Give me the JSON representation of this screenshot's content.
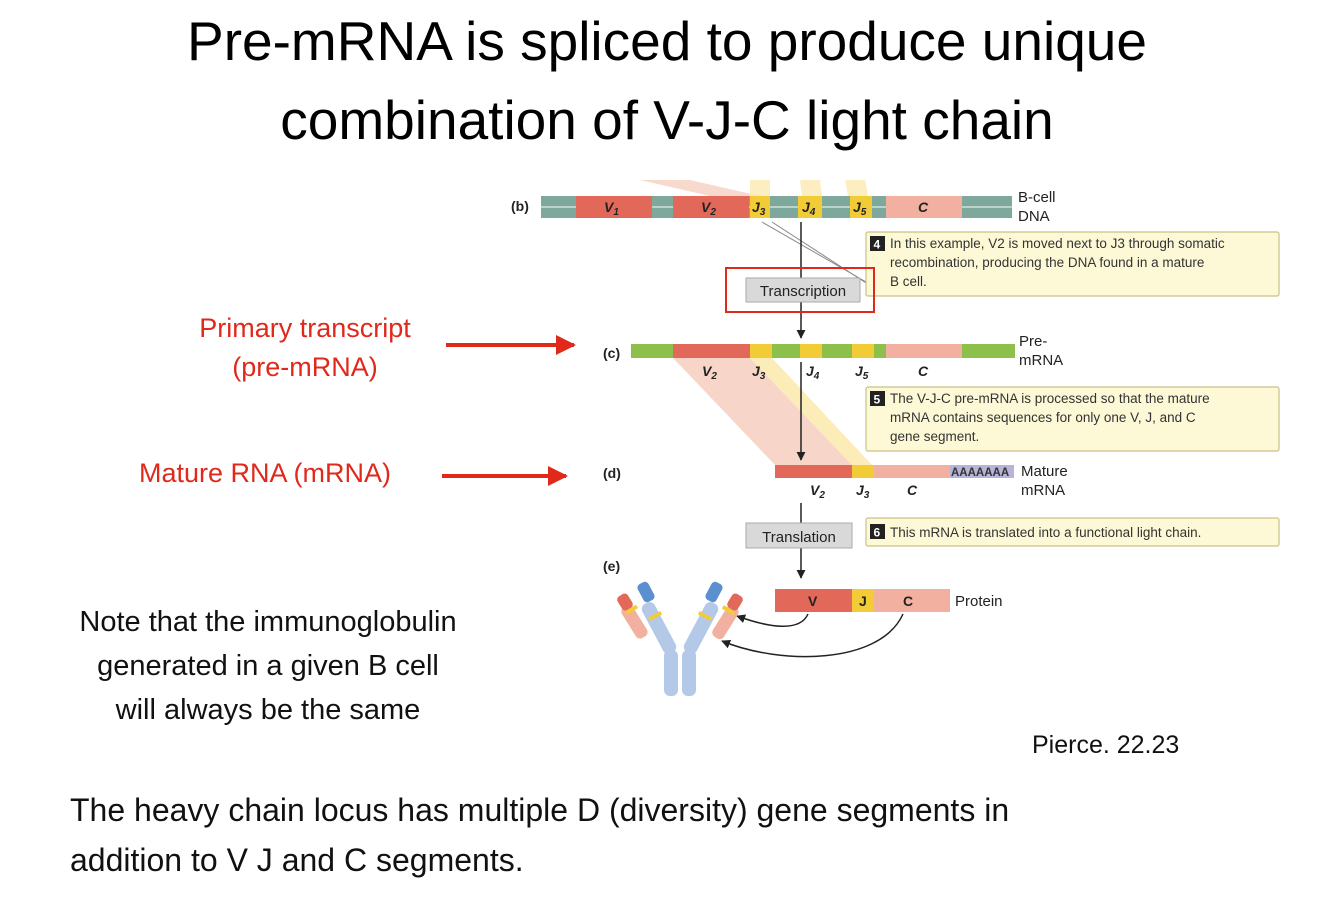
{
  "title": {
    "line1": "Pre-mRNA is spliced to produce unique",
    "line2": "combination of V-J-C light chain"
  },
  "annotations": {
    "primary_line1": "Primary transcript",
    "primary_line2": "(pre-mRNA)",
    "mature": "Mature RNA (mRNA)"
  },
  "note": {
    "line1": "Note that the immunoglobulin",
    "line2": "generated in a given B cell",
    "line3": "will always be the same"
  },
  "citation": "Pierce. 22.23",
  "bottom_text": {
    "line1": "The heavy chain locus has multiple D (diversity) gene segments in",
    "line2": "addition to V J and C segments."
  },
  "figure": {
    "panels": {
      "b": "(b)",
      "c": "(c)",
      "d": "(d)",
      "e": "(e)"
    },
    "dna": {
      "label_line1": "B-cell",
      "label_line2": "DNA",
      "segments": {
        "v1": "V",
        "v1_sub": "1",
        "v2": "V",
        "v2_sub": "2",
        "j3": "J",
        "j3_sub": "3",
        "j4": "J",
        "j4_sub": "4",
        "j5": "J",
        "j5_sub": "5",
        "c": "C"
      }
    },
    "step4": {
      "number": "4",
      "line1": "In this example, V2 is moved next to J3 through somatic",
      "line2": "recombination, producing the DNA found in a mature",
      "line3": "B cell."
    },
    "transcription_label": "Transcription",
    "premrna": {
      "label_line1": "Pre-",
      "label_line2": "mRNA",
      "segments": {
        "v2": "V",
        "v2_sub": "2",
        "j3": "J",
        "j3_sub": "3",
        "j4": "J",
        "j4_sub": "4",
        "j5": "J",
        "j5_sub": "5",
        "c": "C"
      }
    },
    "step5": {
      "number": "5",
      "line1": "The V-J-C pre-mRNA is processed so that the mature",
      "line2": "mRNA contains sequences for only one V, J, and C",
      "line3": "gene segment."
    },
    "mrna": {
      "label_line1": "Mature",
      "label_line2": "mRNA",
      "polya": "AAAAAAA",
      "segments": {
        "v2": "V",
        "v2_sub": "2",
        "j3": "J",
        "j3_sub": "3",
        "c": "C"
      }
    },
    "translation_label": "Translation",
    "step6": {
      "number": "6",
      "line1": "This mRNA is translated into a functional light chain."
    },
    "protein": {
      "label": "Protein",
      "segments": {
        "v": "V",
        "j": "J",
        "c": "C"
      }
    }
  }
}
